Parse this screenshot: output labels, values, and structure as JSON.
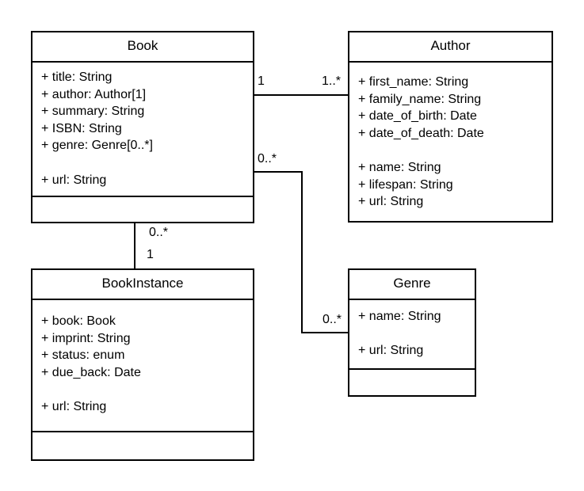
{
  "classes": {
    "book": {
      "name": "Book",
      "attributes": [
        "+ title: String",
        "+ author: Author[1]",
        "+ summary: String",
        "+ ISBN: String",
        "+ genre: Genre[0..*]",
        "",
        "+ url: String"
      ]
    },
    "author": {
      "name": "Author",
      "attributes": [
        "+ first_name: String",
        "+ family_name: String",
        "+ date_of_birth: Date",
        "+ date_of_death: Date",
        "",
        "+ name: String",
        "+ lifespan: String",
        "+ url: String"
      ]
    },
    "bookinstance": {
      "name": "BookInstance",
      "attributes": [
        "+ book: Book",
        "+ imprint: String",
        "+ status: enum",
        "+ due_back: Date",
        "",
        "+ url: String"
      ]
    },
    "genre": {
      "name": "Genre",
      "attributes": [
        "+ name: String",
        "",
        "+ url: String"
      ]
    }
  },
  "associations": {
    "book_author": {
      "book_end": "1",
      "author_end": "1..*"
    },
    "book_genre": {
      "book_end": "0..*",
      "genre_end": "0..*"
    },
    "book_bookinstance": {
      "book_end": "0..*",
      "instance_end": "1"
    }
  }
}
